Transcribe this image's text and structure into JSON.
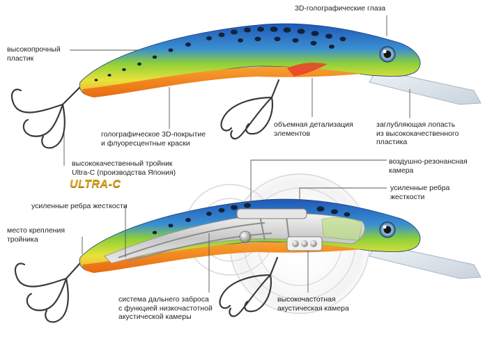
{
  "colors": {
    "leader_line": "#555555",
    "lure_blue": "#1f58b8",
    "lure_green": "#8ed03a",
    "lure_yellow": "#e8e23a",
    "belly_orange": "#f07a1a",
    "spots": "#12223a",
    "brand_gold": "#d9a21b"
  },
  "brand": {
    "text": "ULTRA-C"
  },
  "top_lure": {
    "labels": {
      "eyes": "3D-голографические глаза",
      "plastic": "высокопрочный\nпластик",
      "coating": "голографическое 3D-покрытие\nи флуоресцентные краски",
      "detailing": "объемная детализация\nэлементов",
      "lip": "заглубляющая лопасть\nиз высококачественного\nпластика",
      "hook": "высококачественный тройник\nUltra-C (производства Япония)"
    }
  },
  "bottom_lure": {
    "labels": {
      "resonance": "воздушно-резонансная\nкамера",
      "ribs_right": "усиленные ребра жесткости",
      "ribs_left": "усиленные ребра жесткости",
      "attach": "место крепления\nтройника",
      "casting": "система дальнего заброса\nс функцией низкочастотной\nакустической камеры",
      "hf_chamber": "высокочастотная\nакустическая камера"
    }
  }
}
